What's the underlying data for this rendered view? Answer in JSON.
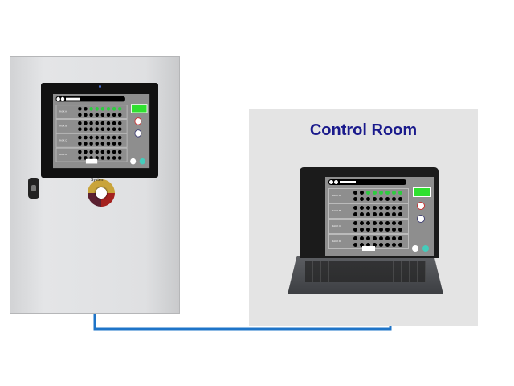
{
  "control_room": {
    "title": "Control Room"
  },
  "cabinet": {
    "switch_label": "System"
  },
  "screen": {
    "racks": [
      {
        "label": "RACK A",
        "dots_on": [
          2,
          3,
          4,
          5,
          6,
          7
        ]
      },
      {
        "label": "RACK B",
        "dots_on": []
      },
      {
        "label": "RACK C",
        "dots_on": []
      },
      {
        "label": "RACK D",
        "dots_on": []
      }
    ],
    "colors": {
      "on": "#2ecc40",
      "off": "#000000",
      "cable": "#1e74c8"
    }
  }
}
